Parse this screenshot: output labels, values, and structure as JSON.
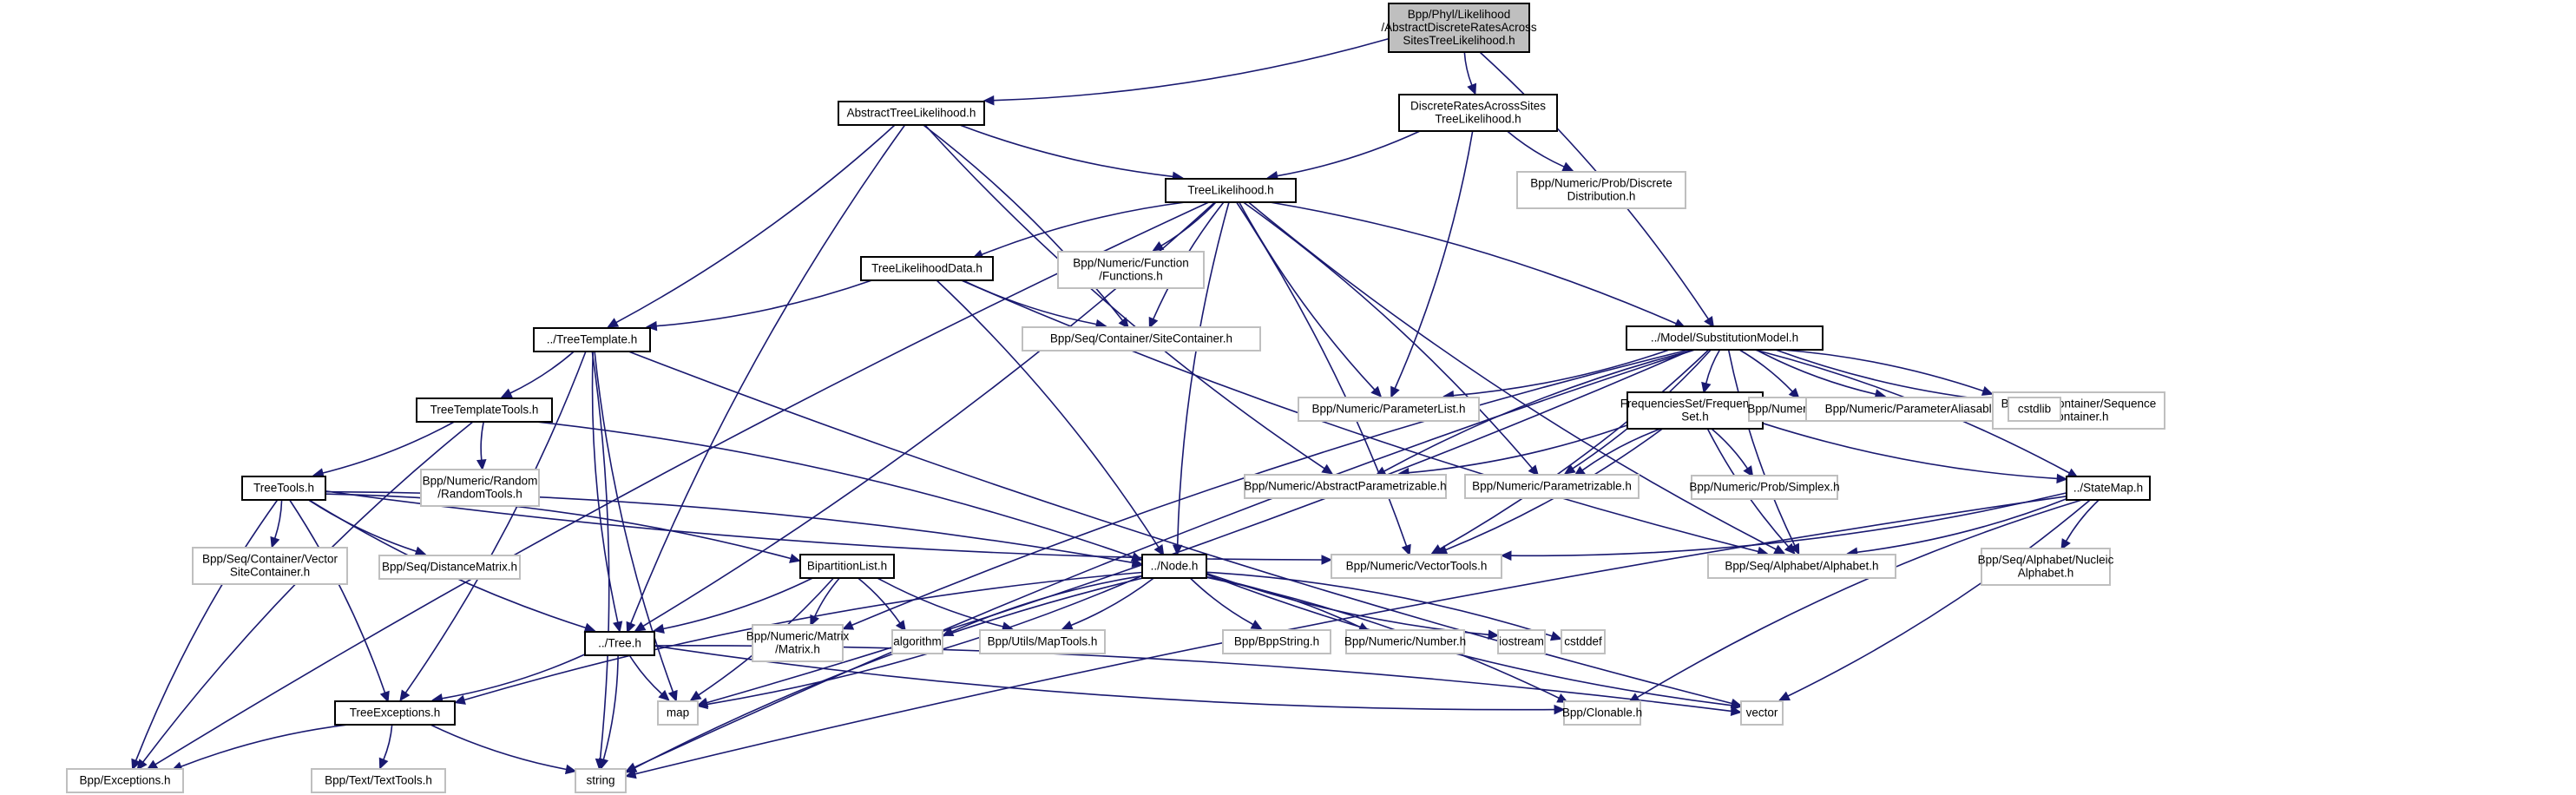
{
  "diagram": {
    "title": "Include dependency graph for AbstractDiscreteRatesAcrossSitesTreeLikelihood.h",
    "colors": {
      "edge": "#191970",
      "root_fill": "#bfbfbf",
      "internal_border": "#000000",
      "external_border": "#bfbfbf"
    },
    "nodes": [
      {
        "id": "root",
        "lines": [
          "Bpp/Phyl/Likelihood",
          "/AbstractDiscreteRatesAcross",
          "SitesTreeLikelihood.h"
        ],
        "kind": "root"
      },
      {
        "id": "atl",
        "lines": [
          "AbstractTreeLikelihood.h"
        ],
        "kind": "internal"
      },
      {
        "id": "drast",
        "lines": [
          "DiscreteRatesAcrossSites",
          "TreeLikelihood.h"
        ],
        "kind": "internal"
      },
      {
        "id": "tl",
        "lines": [
          "TreeLikelihood.h"
        ],
        "kind": "internal"
      },
      {
        "id": "dd",
        "lines": [
          "Bpp/Numeric/Prob/Discrete",
          "Distribution.h"
        ],
        "kind": "external"
      },
      {
        "id": "tld",
        "lines": [
          "TreeLikelihoodData.h"
        ],
        "kind": "internal"
      },
      {
        "id": "fn",
        "lines": [
          "Bpp/Numeric/Function",
          "/Functions.h"
        ],
        "kind": "external"
      },
      {
        "id": "sc",
        "lines": [
          "Bpp/Seq/Container/SiteContainer.h"
        ],
        "kind": "external"
      },
      {
        "id": "tt",
        "lines": [
          "../TreeTemplate.h"
        ],
        "kind": "internal"
      },
      {
        "id": "sm",
        "lines": [
          "../Model/SubstitutionModel.h"
        ],
        "kind": "internal"
      },
      {
        "id": "ttt",
        "lines": [
          "TreeTemplateTools.h"
        ],
        "kind": "internal"
      },
      {
        "id": "pl",
        "lines": [
          "Bpp/Numeric/ParameterList.h"
        ],
        "kind": "external"
      },
      {
        "id": "fs",
        "lines": [
          "FrequenciesSet/Frequencies",
          "Set.h"
        ],
        "kind": "internal"
      },
      {
        "id": "par",
        "lines": [
          "Bpp/Numeric/Parameter.h"
        ],
        "kind": "external"
      },
      {
        "id": "pa",
        "lines": [
          "Bpp/Numeric/ParameterAliasable.h"
        ],
        "kind": "external"
      },
      {
        "id": "seqc",
        "lines": [
          "Bpp/Seq/Container/Sequence",
          "Container.h"
        ],
        "kind": "external"
      },
      {
        "id": "cstdlib",
        "lines": [
          "cstdlib"
        ],
        "kind": "external"
      },
      {
        "id": "rt",
        "lines": [
          "Bpp/Numeric/Random",
          "/RandomTools.h"
        ],
        "kind": "external"
      },
      {
        "id": "ttools",
        "lines": [
          "TreeTools.h"
        ],
        "kind": "internal"
      },
      {
        "id": "ap",
        "lines": [
          "Bpp/Numeric/AbstractParametrizable.h"
        ],
        "kind": "external"
      },
      {
        "id": "pz",
        "lines": [
          "Bpp/Numeric/Parametrizable.h"
        ],
        "kind": "external"
      },
      {
        "id": "sx",
        "lines": [
          "Bpp/Numeric/Prob/Simplex.h"
        ],
        "kind": "external"
      },
      {
        "id": "smap",
        "lines": [
          "../StateMap.h"
        ],
        "kind": "internal"
      },
      {
        "id": "vsc",
        "lines": [
          "Bpp/Seq/Container/Vector",
          "SiteContainer.h"
        ],
        "kind": "external"
      },
      {
        "id": "dm",
        "lines": [
          "Bpp/Seq/DistanceMatrix.h"
        ],
        "kind": "external"
      },
      {
        "id": "bl",
        "lines": [
          "BipartitionList.h"
        ],
        "kind": "internal"
      },
      {
        "id": "node",
        "lines": [
          "../Node.h"
        ],
        "kind": "internal"
      },
      {
        "id": "vt",
        "lines": [
          "Bpp/Numeric/VectorTools.h"
        ],
        "kind": "external"
      },
      {
        "id": "alpha",
        "lines": [
          "Bpp/Seq/Alphabet/Alphabet.h"
        ],
        "kind": "external"
      },
      {
        "id": "na",
        "lines": [
          "Bpp/Seq/Alphabet/Nucleic",
          "Alphabet.h"
        ],
        "kind": "external"
      },
      {
        "id": "tree",
        "lines": [
          "../Tree.h"
        ],
        "kind": "internal"
      },
      {
        "id": "mx",
        "lines": [
          "Bpp/Numeric/Matrix",
          "/Matrix.h"
        ],
        "kind": "external"
      },
      {
        "id": "algo",
        "lines": [
          "algorithm"
        ],
        "kind": "external"
      },
      {
        "id": "mt",
        "lines": [
          "Bpp/Utils/MapTools.h"
        ],
        "kind": "external"
      },
      {
        "id": "bs",
        "lines": [
          "Bpp/BppString.h"
        ],
        "kind": "external"
      },
      {
        "id": "num",
        "lines": [
          "Bpp/Numeric/Number.h"
        ],
        "kind": "external"
      },
      {
        "id": "ios",
        "lines": [
          "iostream"
        ],
        "kind": "external"
      },
      {
        "id": "cstddef",
        "lines": [
          "cstddef"
        ],
        "kind": "external"
      },
      {
        "id": "te",
        "lines": [
          "TreeExceptions.h"
        ],
        "kind": "internal"
      },
      {
        "id": "map",
        "lines": [
          "map"
        ],
        "kind": "external"
      },
      {
        "id": "clon",
        "lines": [
          "Bpp/Clonable.h"
        ],
        "kind": "external"
      },
      {
        "id": "vector",
        "lines": [
          "vector"
        ],
        "kind": "external"
      },
      {
        "id": "exc",
        "lines": [
          "Bpp/Exceptions.h"
        ],
        "kind": "external"
      },
      {
        "id": "txt",
        "lines": [
          "Bpp/Text/TextTools.h"
        ],
        "kind": "external"
      },
      {
        "id": "string",
        "lines": [
          "string"
        ],
        "kind": "external"
      }
    ],
    "edges": [
      [
        "root",
        "atl"
      ],
      [
        "root",
        "drast"
      ],
      [
        "root",
        "sm"
      ],
      [
        "atl",
        "tl"
      ],
      [
        "atl",
        "tt"
      ],
      [
        "atl",
        "tree"
      ],
      [
        "atl",
        "sc"
      ],
      [
        "atl",
        "ap"
      ],
      [
        "drast",
        "tl"
      ],
      [
        "drast",
        "dd"
      ],
      [
        "drast",
        "pl"
      ],
      [
        "tl",
        "tld"
      ],
      [
        "tl",
        "fn"
      ],
      [
        "tl",
        "sc"
      ],
      [
        "tl",
        "sm"
      ],
      [
        "tl",
        "pl"
      ],
      [
        "tl",
        "tree"
      ],
      [
        "tl",
        "node"
      ],
      [
        "tl",
        "vt"
      ],
      [
        "tl",
        "alpha"
      ],
      [
        "tl",
        "pz"
      ],
      [
        "tl",
        "exc"
      ],
      [
        "tld",
        "tt"
      ],
      [
        "tld",
        "sc"
      ],
      [
        "tld",
        "node"
      ],
      [
        "tld",
        "alpha"
      ],
      [
        "tt",
        "ttt"
      ],
      [
        "tt",
        "tree"
      ],
      [
        "tt",
        "te"
      ],
      [
        "tt",
        "map"
      ],
      [
        "tt",
        "string"
      ],
      [
        "tt",
        "vector"
      ],
      [
        "ttt",
        "ttools"
      ],
      [
        "ttt",
        "rt"
      ],
      [
        "ttt",
        "node"
      ],
      [
        "ttt",
        "exc"
      ],
      [
        "ttools",
        "vsc"
      ],
      [
        "ttools",
        "dm"
      ],
      [
        "ttools",
        "bl"
      ],
      [
        "ttools",
        "tree"
      ],
      [
        "ttools",
        "node"
      ],
      [
        "ttools",
        "vt"
      ],
      [
        "ttools",
        "te"
      ],
      [
        "ttools",
        "exc"
      ],
      [
        "sm",
        "pl"
      ],
      [
        "sm",
        "fs"
      ],
      [
        "sm",
        "par"
      ],
      [
        "sm",
        "pa"
      ],
      [
        "sm",
        "seqc"
      ],
      [
        "sm",
        "cstdlib"
      ],
      [
        "sm",
        "smap"
      ],
      [
        "sm",
        "alpha"
      ],
      [
        "sm",
        "vt"
      ],
      [
        "sm",
        "mx"
      ],
      [
        "sm",
        "map"
      ],
      [
        "sm",
        "string"
      ],
      [
        "sm",
        "pz"
      ],
      [
        "sm",
        "ap"
      ],
      [
        "fs",
        "ap"
      ],
      [
        "fs",
        "pz"
      ],
      [
        "fs",
        "sx"
      ],
      [
        "fs",
        "smap"
      ],
      [
        "fs",
        "vt"
      ],
      [
        "fs",
        "alpha"
      ],
      [
        "smap",
        "alpha"
      ],
      [
        "smap",
        "na"
      ],
      [
        "smap",
        "vt"
      ],
      [
        "smap",
        "clon"
      ],
      [
        "smap",
        "vector"
      ],
      [
        "smap",
        "string"
      ],
      [
        "bl",
        "tree"
      ],
      [
        "bl",
        "mx"
      ],
      [
        "bl",
        "algo"
      ],
      [
        "bl",
        "mt"
      ],
      [
        "bl",
        "map"
      ],
      [
        "node",
        "algo"
      ],
      [
        "node",
        "mt"
      ],
      [
        "node",
        "bs"
      ],
      [
        "node",
        "num"
      ],
      [
        "node",
        "ios"
      ],
      [
        "node",
        "cstddef"
      ],
      [
        "node",
        "vector"
      ],
      [
        "node",
        "clon"
      ],
      [
        "node",
        "te"
      ],
      [
        "node",
        "map"
      ],
      [
        "node",
        "string"
      ],
      [
        "tree",
        "te"
      ],
      [
        "tree",
        "map"
      ],
      [
        "tree",
        "string"
      ],
      [
        "tree",
        "clon"
      ],
      [
        "tree",
        "vector"
      ],
      [
        "te",
        "exc"
      ],
      [
        "te",
        "txt"
      ],
      [
        "te",
        "string"
      ]
    ]
  }
}
